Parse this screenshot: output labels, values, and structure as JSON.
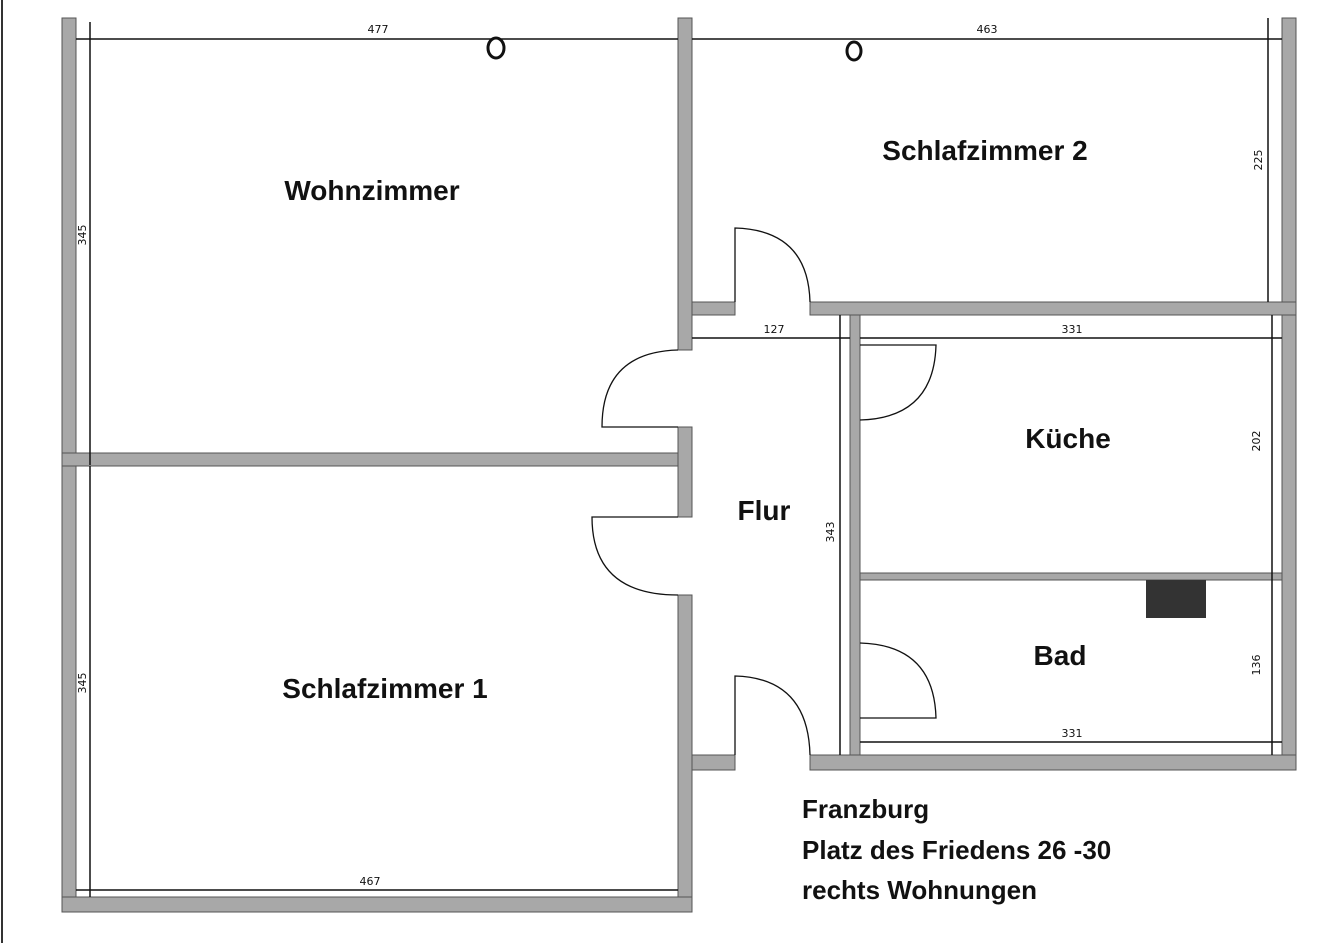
{
  "rooms": {
    "wohnzimmer": "Wohnzimmer",
    "schlafzimmer1": "Schlafzimmer 1",
    "schlafzimmer2": "Schlafzimmer 2",
    "flur": "Flur",
    "kueche": "Küche",
    "bad": "Bad"
  },
  "dimensions": {
    "wohnzimmer_width": "477",
    "wohnzimmer_height": "345",
    "schlafzimmer1_width": "467",
    "schlafzimmer1_height": "345",
    "schlafzimmer2_width": "463",
    "schlafzimmer2_height": "225",
    "flur_width": "127",
    "flur_height": "343",
    "kueche_width": "331",
    "kueche_height": "202",
    "bad_width": "331",
    "bad_height": "136"
  },
  "address": {
    "line1": "Franzburg",
    "line2": "Platz des Friedens 26 -30",
    "line3": "rechts Wohnungen"
  }
}
